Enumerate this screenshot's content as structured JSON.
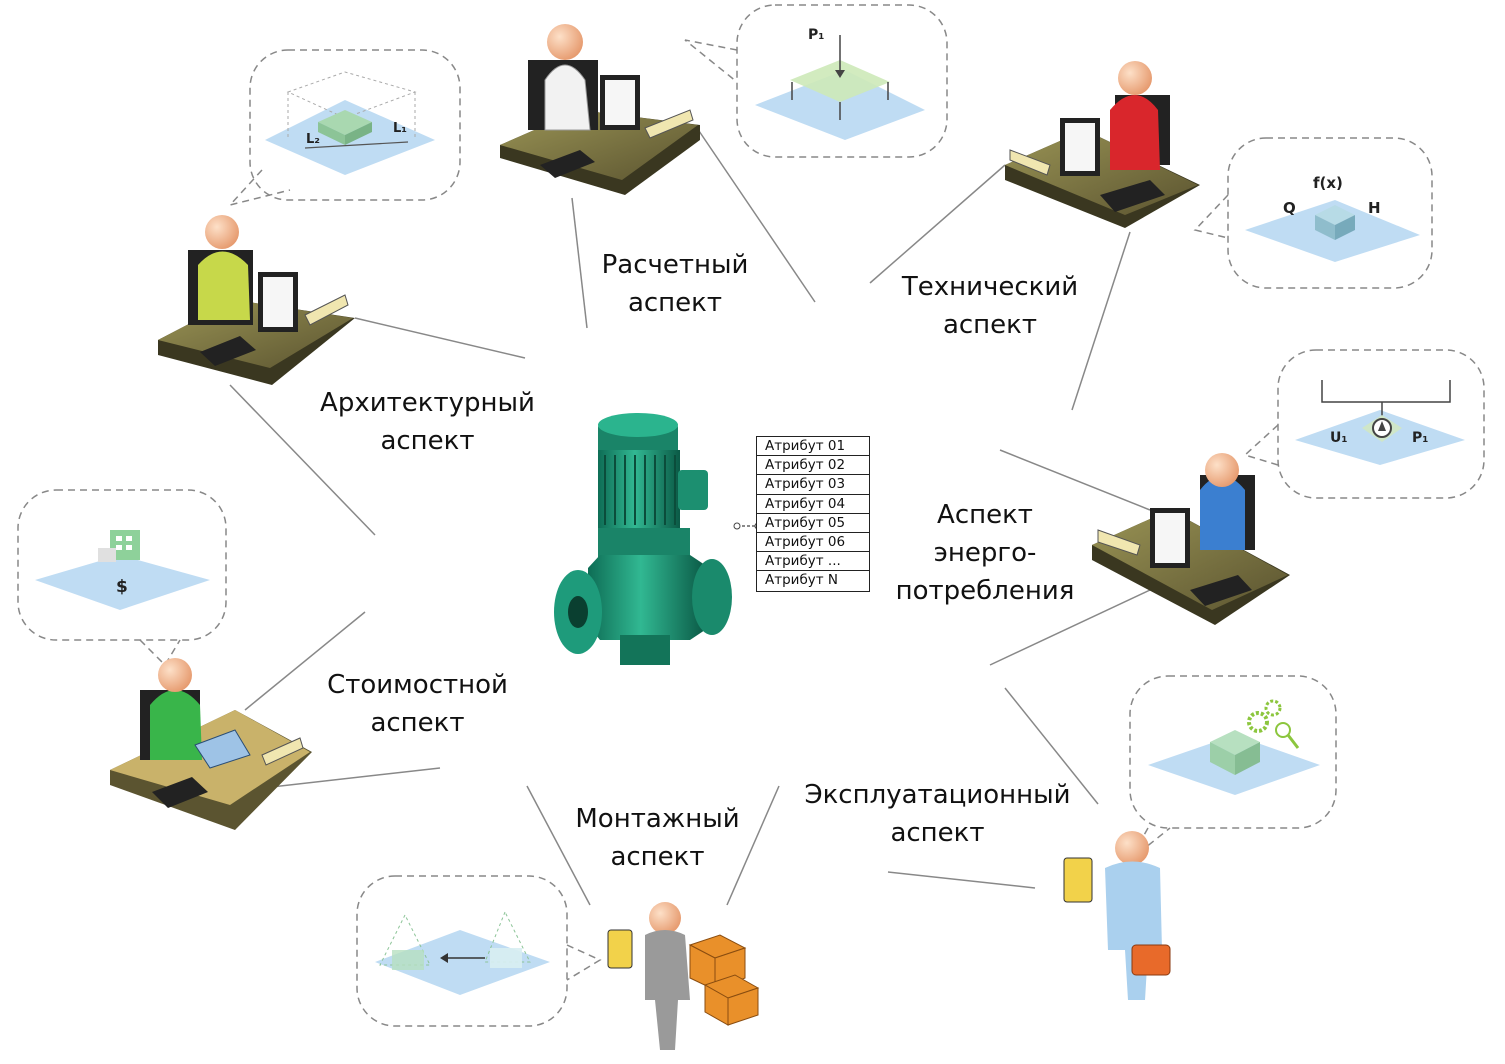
{
  "aspects": {
    "raschetny": {
      "line1": "Расчетный",
      "line2": "аспект"
    },
    "tekhnichesky": {
      "line1": "Технический",
      "line2": "аспект"
    },
    "arkhitekturny": {
      "line1": "Архитектурный",
      "line2": "аспект"
    },
    "energo": {
      "line1": "Аспект",
      "line2": "энерго-",
      "line3": "потребления"
    },
    "stoimostnoy": {
      "line1": "Стоимостной",
      "line2": "аспект"
    },
    "montazhny": {
      "line1": "Монтажный",
      "line2": "аспект"
    },
    "ekspluatatsionny": {
      "line1": "Эксплуатационный",
      "line2": "аспект"
    }
  },
  "attributes": [
    "Атрибут 01",
    "Атрибут 02",
    "Атрибут 03",
    "Атрибут 04",
    "Атрибут 05",
    "Атрибут 06",
    "Атрибут ...",
    "Атрибут N"
  ],
  "bubble_labels": {
    "calc_force": "P₁",
    "arch_dim1": "L₂",
    "arch_dim2": "L₁",
    "tech_func": "f(x)",
    "tech_in": "Q",
    "tech_out": "H",
    "energy_u": "U₁",
    "energy_p": "P₁",
    "cost_symbol": "$"
  },
  "colors": {
    "pump": "#1f9b7e",
    "plane": "#bfdcf3",
    "person_calc": "#f2f2f2",
    "person_tech": "#d9262c",
    "person_arch": "#c7d84a",
    "person_energy": "#3b7fd0",
    "person_cost": "#39b54a",
    "person_mount": "#9a9a9a",
    "person_operation": "#aad0ee",
    "boxes": "#e9902a"
  }
}
